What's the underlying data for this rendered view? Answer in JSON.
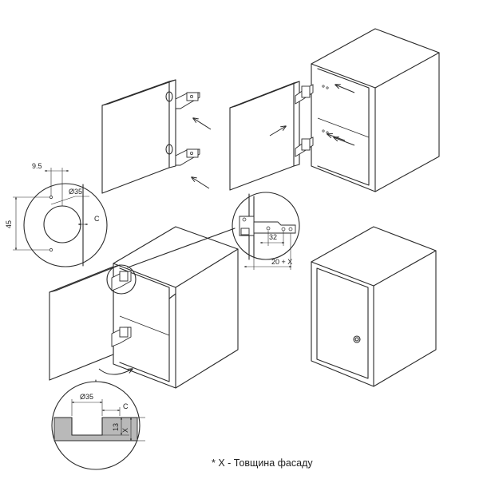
{
  "dimensions": {
    "cup_offset": "9.5",
    "hinge_spacing": "45",
    "cup_diameter_top": "Ø35",
    "edge_gap_top": "C",
    "plate_offset": "32",
    "plate_total": "20 + X",
    "cup_diameter_bottom": "Ø35",
    "edge_gap_bottom": "C",
    "cup_depth": "13",
    "facade_thickness": "X"
  },
  "footnote": "* X - Товщина фасаду"
}
